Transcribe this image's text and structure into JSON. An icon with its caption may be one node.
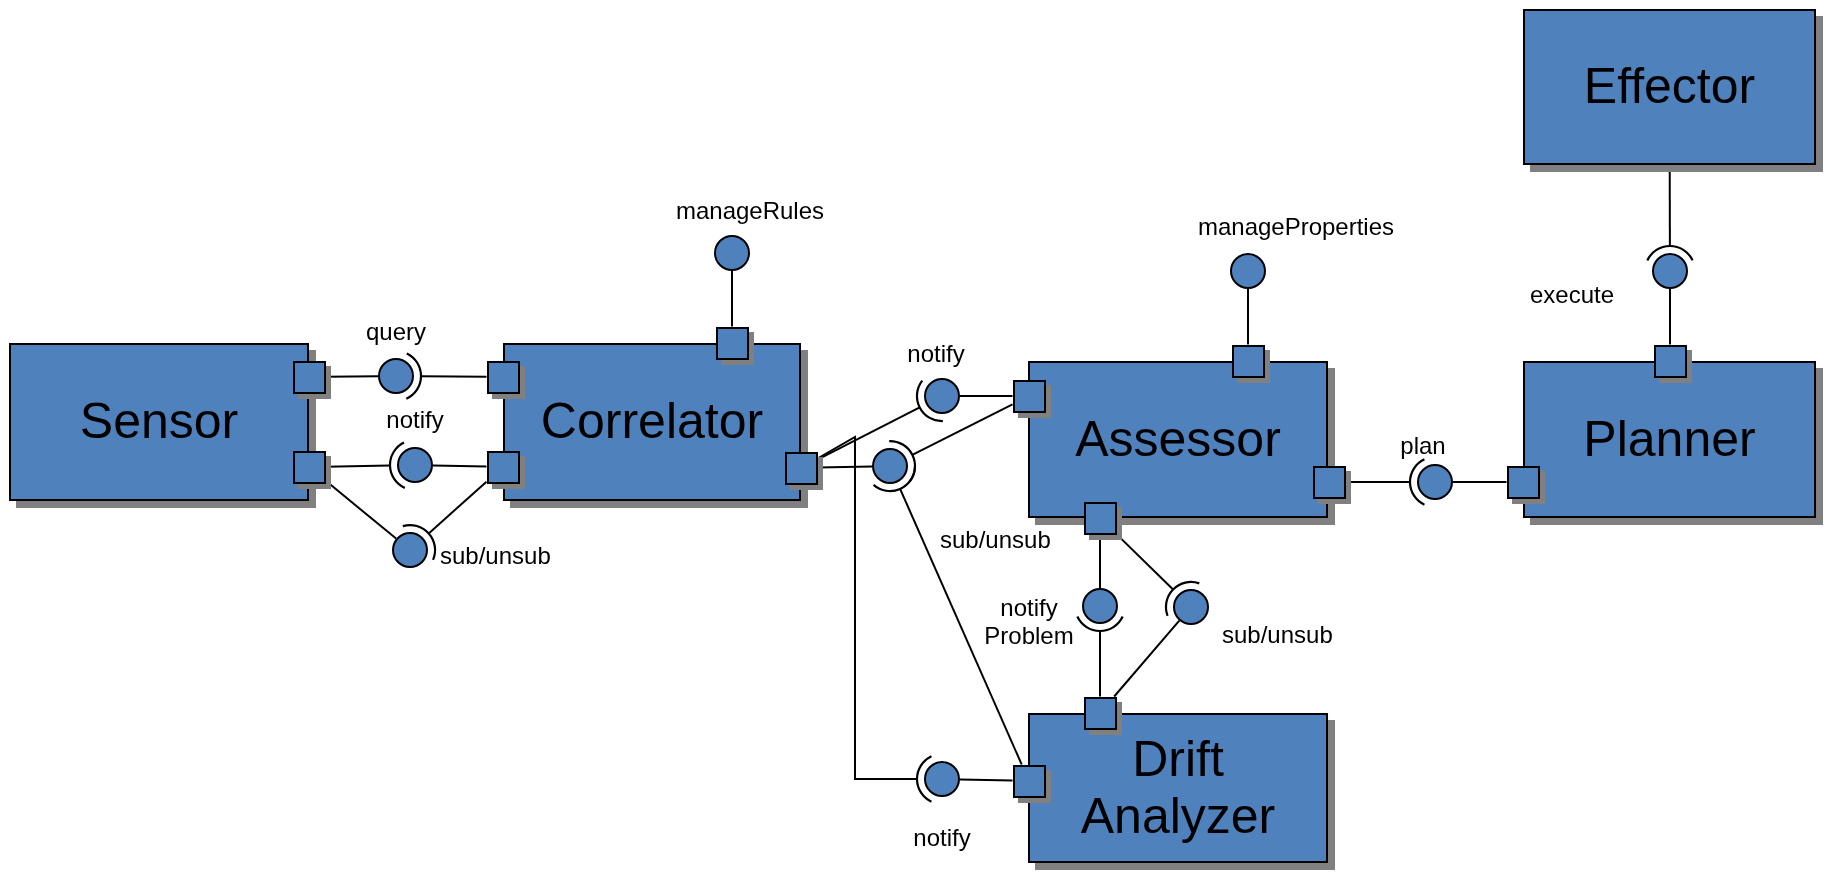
{
  "diagram": {
    "nodes": [
      {
        "text": [
          "Effector"
        ]
      },
      {
        "text": [
          "Sensor"
        ]
      },
      {
        "text": [
          "Correlator"
        ]
      },
      {
        "text": [
          "Assessor"
        ]
      },
      {
        "text": [
          "Planner"
        ]
      },
      {
        "text": [
          "Drift Analyzer"
        ]
      },
      {
        "text": [],
        "shape": "box"
      },
      {
        "text": [],
        "shape": "box"
      },
      {
        "text": [],
        "shape": "box"
      },
      {
        "text": [],
        "shape": "box"
      },
      {
        "text": [],
        "shape": "box"
      },
      {
        "text": [],
        "shape": "box"
      },
      {
        "text": [],
        "shape": "box"
      },
      {
        "text": [],
        "shape": "box"
      },
      {
        "text": [],
        "shape": "box"
      },
      {
        "text": [],
        "shape": "box"
      },
      {
        "text": [],
        "shape": "box"
      },
      {
        "text": [],
        "shape": "box"
      },
      {
        "text": [],
        "shape": "box"
      },
      {
        "text": [],
        "shape": "box"
      },
      {
        "text": [],
        "shape": "circle",
        "beside": [
          "query"
        ]
      },
      {
        "text": [],
        "shape": "circle",
        "beside": [
          "notify"
        ]
      },
      {
        "text": [],
        "shape": "circle",
        "beside": [
          "sub/unsub"
        ]
      },
      {
        "text": [],
        "shape": "circle",
        "beside": [
          "manageRules"
        ]
      },
      {
        "text": [],
        "shape": "circle",
        "beside": [
          "notify"
        ]
      },
      {
        "text": [],
        "shape": "circle"
      },
      {
        "text": [],
        "shape": "circle",
        "beside": [
          "manageProperties"
        ]
      },
      {
        "text": [],
        "shape": "circle",
        "beside": [
          "notify Problem"
        ]
      },
      {
        "text": [],
        "shape": "circle",
        "beside": [
          "sub/unsub"
        ]
      },
      {
        "text": [],
        "shape": "circle",
        "beside": [
          "notify"
        ]
      },
      {
        "text": [],
        "shape": "circle",
        "beside": [
          "plan"
        ]
      },
      {
        "text": [],
        "shape": "circle",
        "beside": [
          "execute"
        ]
      }
    ],
    "edges": [
      {
        "from": 6,
        "to": 20,
        "arrow": "none"
      },
      {
        "from": 8,
        "to": 20,
        "arrow": "other"
      },
      {
        "from": 9,
        "to": 21,
        "arrow": "none"
      },
      {
        "from": 7,
        "to": 21,
        "arrow": "other"
      },
      {
        "from": 7,
        "to": 22,
        "arrow": "none"
      },
      {
        "from": 9,
        "to": 22,
        "arrow": "other"
      },
      {
        "from": 10,
        "to": 23,
        "arrow": "none"
      },
      {
        "from": 11,
        "to": 24,
        "arrow": "other"
      },
      {
        "from": 12,
        "to": 24,
        "arrow": "none"
      },
      {
        "from": 11,
        "to": 25,
        "arrow": "none"
      },
      {
        "from": 12,
        "to": 25,
        "arrow": "other"
      },
      {
        "from": 19,
        "to": 25,
        "arrow": "other"
      },
      {
        "from": 13,
        "to": 26,
        "arrow": "none"
      },
      {
        "from": 15,
        "to": 27,
        "arrow": "none"
      },
      {
        "from": 18,
        "to": 27,
        "arrow": "other"
      },
      {
        "from": 15,
        "to": 28,
        "arrow": "other"
      },
      {
        "from": 18,
        "to": 28,
        "arrow": "none"
      },
      {
        "from": 14,
        "to": 30,
        "arrow": "other"
      },
      {
        "from": 16,
        "to": 30,
        "arrow": "none"
      },
      {
        "from": 0,
        "to": 31,
        "arrow": "other"
      },
      {
        "from": 17,
        "to": 31,
        "arrow": "none"
      },
      {
        "from": 11,
        "to": 29,
        "arrow": "other"
      },
      {
        "from": 19,
        "to": 29,
        "arrow": "none"
      }
    ],
    "labels": [
      "sub/unsub"
    ]
  }
}
